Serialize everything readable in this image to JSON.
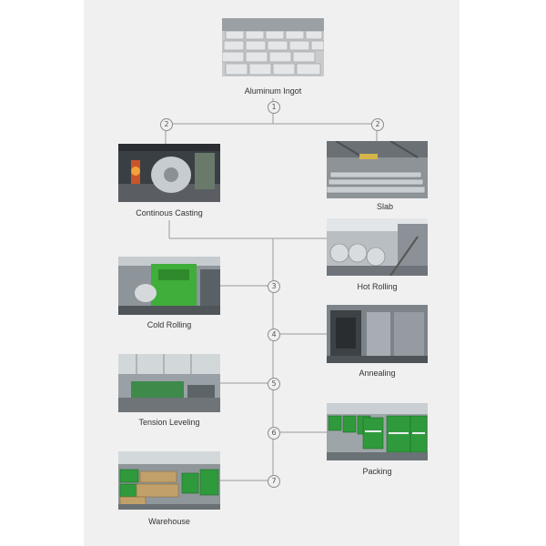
{
  "steps": {
    "ingot": {
      "label": "Aluminum Ingot",
      "number": "1"
    },
    "casting": {
      "label": "Continous Casting",
      "number": "2"
    },
    "slab": {
      "label": "Slab",
      "number": "2"
    },
    "hot_rolling": {
      "label": "Hot Rolling"
    },
    "cold_rolling": {
      "label": "Cold Rolling",
      "number": "3"
    },
    "annealing": {
      "label": "Annealing",
      "number": "4"
    },
    "tension_leveling": {
      "label": "Tension Leveling",
      "number": "5"
    },
    "packing": {
      "label": "Packing",
      "number": "6"
    },
    "warehouse": {
      "label": "Warehouse",
      "number": "7"
    }
  },
  "colors": {
    "line": "#9a9a9a",
    "panel": "#f0f0f0",
    "machine_green": "#3fae3a",
    "wrap_green": "#2f9a3b"
  }
}
